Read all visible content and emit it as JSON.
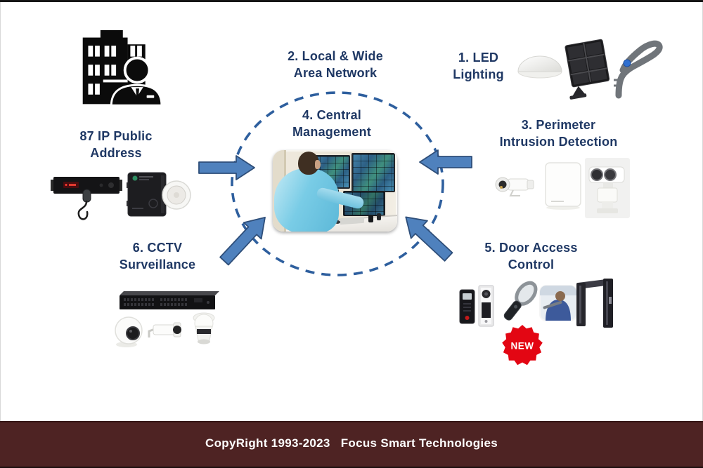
{
  "slide": {
    "background": "#FFFFFF",
    "top_border": "#161616"
  },
  "colors": {
    "label_text": "#1F3864",
    "arrow_fill": "#4F81BD",
    "arrow_border": "#2E4E79",
    "circle_dash": "#2E5F9E",
    "footer_bg": "#4E2323",
    "badge_bg": "#E30613",
    "badge_text": "#FFFFFF"
  },
  "sections": {
    "public_address": {
      "line1": "87 IP Public",
      "line2": "Address",
      "icons": [
        "building-user-icon",
        "rack-amplifier-with-microphone-icon",
        "pa-amplifier-box-icon",
        "ceiling-speaker-icon"
      ]
    },
    "network": {
      "line1": "2. Local & Wide",
      "line2": "Area Network"
    },
    "led": {
      "line1": "1. LED",
      "line2": "Lighting",
      "icons": [
        "led-ceiling-light-icon",
        "led-flood-light-icon",
        "led-street-light-icon"
      ]
    },
    "central": {
      "line1": "4. Central",
      "line2": "Management",
      "photo": "control-room-operator-photo"
    },
    "perimeter": {
      "line1": "3. Perimeter",
      "line2": "Intrusion Detection",
      "icons": [
        "perimeter-bullet-camera-icon",
        "intrusion-detector-box-icon",
        "ptz-positioning-camera-icon"
      ]
    },
    "door_access": {
      "line1": "5. Door Access",
      "line2": "Control",
      "icons": [
        "door-access-reader-icon",
        "video-door-phone-icon",
        "handheld-metal-detector-icon",
        "guard-scanning-photo",
        "walkthrough-metal-detector-icon"
      ]
    },
    "cctv": {
      "line1": "6. CCTV",
      "line2": "Surveillance",
      "icons": [
        "nvr-recorder-icon",
        "dome-camera-icon",
        "bullet-camera-icon",
        "speed-dome-camera-icon"
      ]
    }
  },
  "badge": {
    "label": "NEW"
  },
  "footer": {
    "text": "CopyRight 1993-2023   Focus Smart Technologies"
  }
}
